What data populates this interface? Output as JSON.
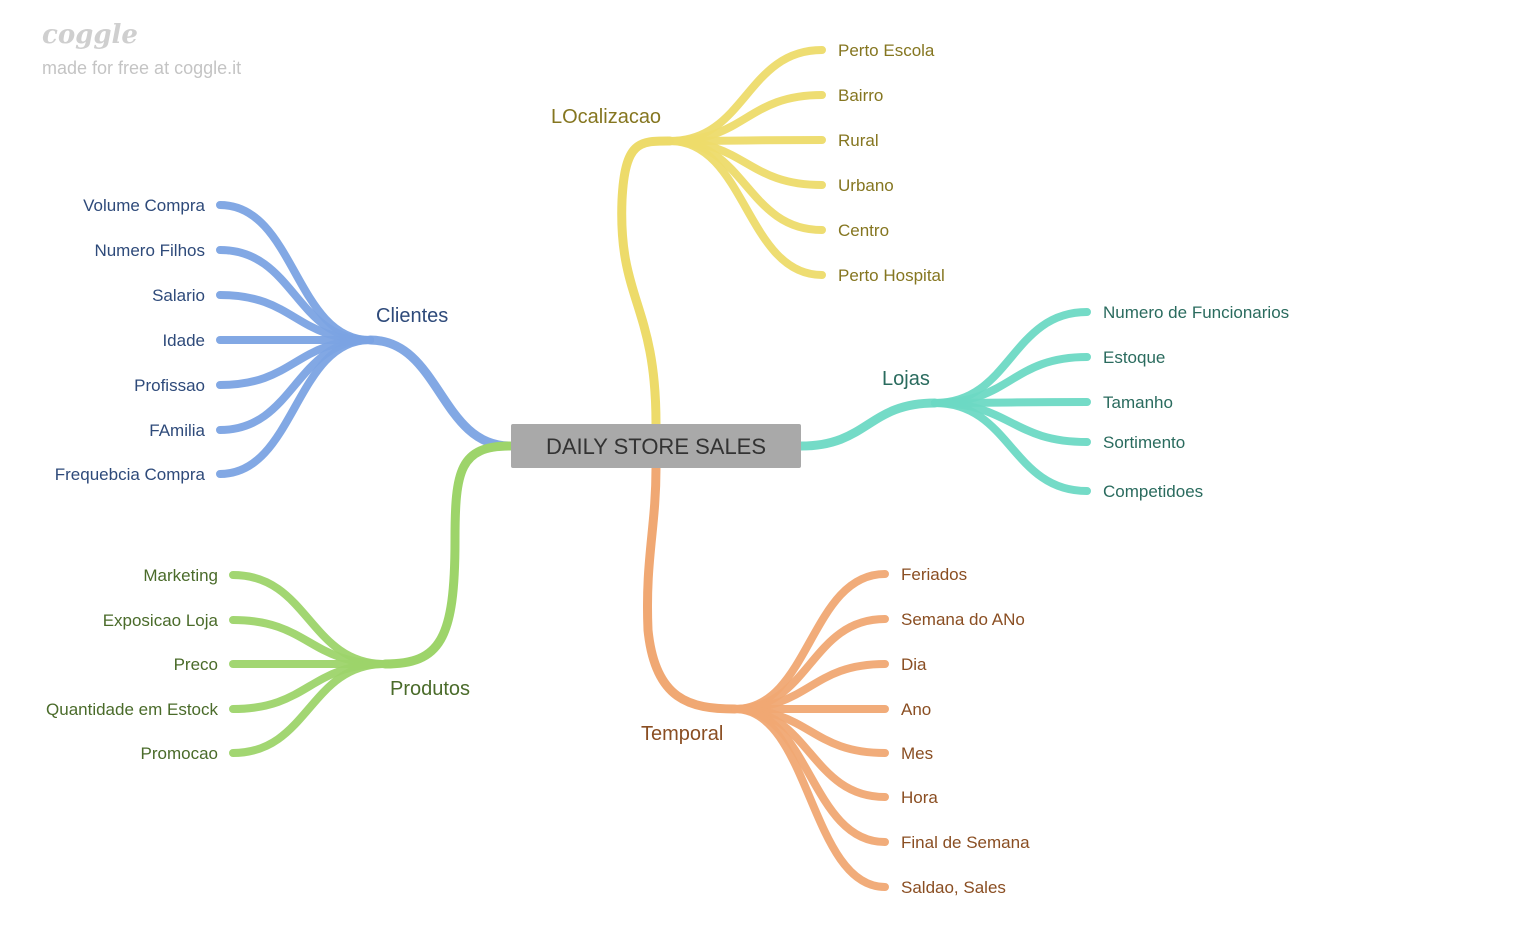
{
  "watermark": {
    "logo": "coggle",
    "tagline": "made for free at coggle.it"
  },
  "root": {
    "label": "DAILY STORE SALES",
    "fill": "#a9a9a9",
    "text_color": "#333333"
  },
  "branches": [
    {
      "id": "clientes",
      "label": "Clientes",
      "color": "#7ba3e3",
      "text_color": "#2e4a7a",
      "items": [
        "Volume Compra",
        "Numero Filhos",
        "Salario",
        "Idade",
        "Profissao",
        "FAmilia",
        "Frequebcia Compra"
      ]
    },
    {
      "id": "produtos",
      "label": "Produtos",
      "color": "#9dd46a",
      "text_color": "#4a6b2a",
      "items": [
        "Marketing",
        "Exposicao Loja",
        "Preco",
        "Quantidade em Estock",
        "Promocao"
      ]
    },
    {
      "id": "localizacao",
      "label": "LOcalizacao",
      "color": "#eddb6a",
      "text_color": "#857620",
      "items": [
        "Perto Escola",
        "Bairro",
        "Rural",
        "Urbano",
        "Centro",
        "Perto Hospital"
      ]
    },
    {
      "id": "lojas",
      "label": "Lojas",
      "color": "#6dd9c4",
      "text_color": "#2a6b5e",
      "items": [
        "Numero de Funcionarios",
        "Estoque",
        "Tamanho",
        "Sortimento",
        "Competidoes"
      ]
    },
    {
      "id": "temporal",
      "label": "Temporal",
      "color": "#f0a873",
      "text_color": "#8a4e22",
      "items": [
        "Feriados",
        "Semana do ANo",
        "Dia",
        "Ano",
        "Mes",
        "Hora",
        "Final de Semana",
        "Saldao, Sales"
      ]
    }
  ]
}
